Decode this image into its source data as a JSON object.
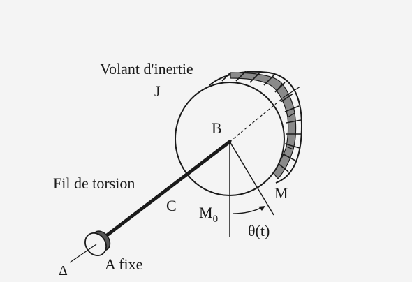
{
  "labels": {
    "flywheel": "Volant d'inertie",
    "inertia": "J",
    "point_b": "B",
    "wire": "Fil de torsion",
    "point_c": "C",
    "point_m": "M",
    "m0_main": "M",
    "m0_sub": "0",
    "angle": "θ(t)",
    "axis": "Δ",
    "fixed_end": "A fixe"
  },
  "colors": {
    "ink": "#1a1a1a",
    "paper": "#f4f4f4",
    "hatch_fill": "#8a8a8a"
  }
}
